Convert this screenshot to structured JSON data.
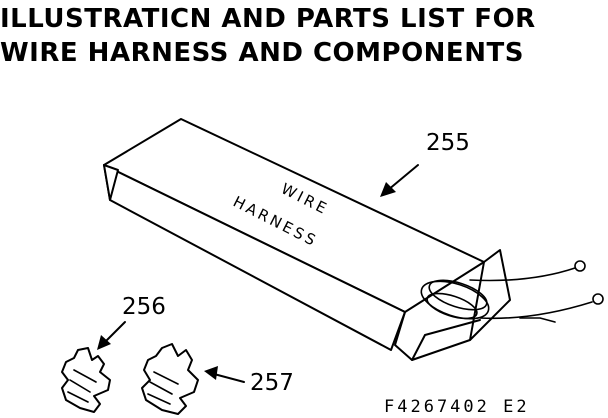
{
  "title": {
    "line1": "ILLUSTRATICN AND PARTS LIST FOR",
    "line2": "WIRE HARNESS AND COMPONENTS"
  },
  "parts": {
    "box_number": "255",
    "terminal_a_number": "256",
    "terminal_b_number": "257"
  },
  "box_label": {
    "line1": "WIRE",
    "line2": "HARNESS"
  },
  "figure_number": "F4267402 E2"
}
